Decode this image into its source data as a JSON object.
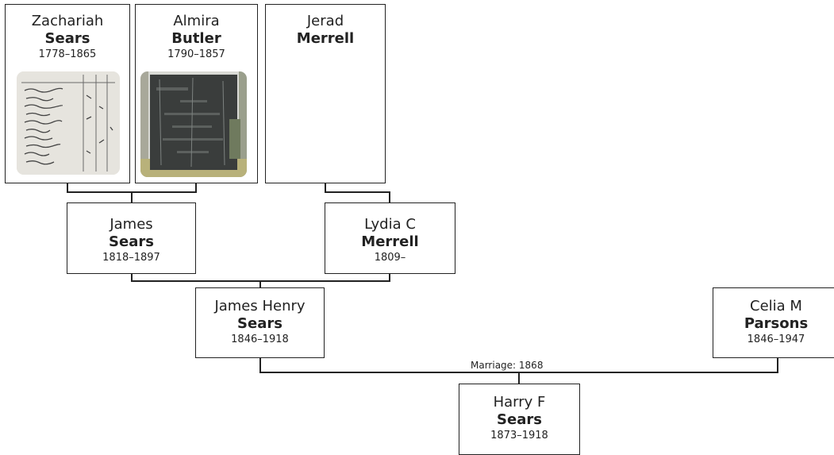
{
  "people": {
    "zachariah": {
      "given": "Zachariah",
      "surname": "Sears",
      "dates": "1778–1865"
    },
    "almira": {
      "given": "Almira",
      "surname": "Butler",
      "dates": "1790–1857"
    },
    "jerad": {
      "given": "Jerad",
      "surname": "Merrell",
      "dates": ""
    },
    "james": {
      "given": "James",
      "surname": "Sears",
      "dates": "1818–1897"
    },
    "lydia": {
      "given": "Lydia C",
      "surname": "Merrell",
      "dates": "1809–"
    },
    "james_henry": {
      "given": "James Henry",
      "surname": "Sears",
      "dates": "1846–1918"
    },
    "celia": {
      "given": "Celia M",
      "surname": "Parsons",
      "dates": "1846–1947"
    },
    "harry": {
      "given": "Harry F",
      "surname": "Sears",
      "dates": "1873–1918"
    }
  },
  "marriage_label": "Marriage: 1868",
  "photos": {
    "zachariah": "census-record-document-photo",
    "almira": "gravestone-photo"
  }
}
